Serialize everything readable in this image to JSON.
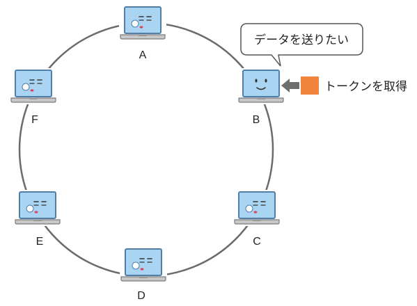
{
  "nodes": [
    {
      "id": "A",
      "label": "A",
      "face": "sleepy"
    },
    {
      "id": "B",
      "label": "B",
      "face": "happy"
    },
    {
      "id": "C",
      "label": "C",
      "face": "sleepy"
    },
    {
      "id": "D",
      "label": "D",
      "face": "sleepy"
    },
    {
      "id": "E",
      "label": "E",
      "face": "sleepy"
    },
    {
      "id": "F",
      "label": "F",
      "face": "sleepy"
    }
  ],
  "speech_bubble": {
    "text": "データを送りたい"
  },
  "token": {
    "label": "トークンを取得",
    "color": "#f0843c"
  },
  "colors": {
    "ring": "#6b6b6b",
    "screen": "#a9d4f2",
    "screen_border": "#4f7ea8",
    "laptop_body": "#c8c8c8",
    "laptop_edge": "#7a7a7a",
    "arrow": "#6e6e6e",
    "mouth": "#e0405a"
  }
}
